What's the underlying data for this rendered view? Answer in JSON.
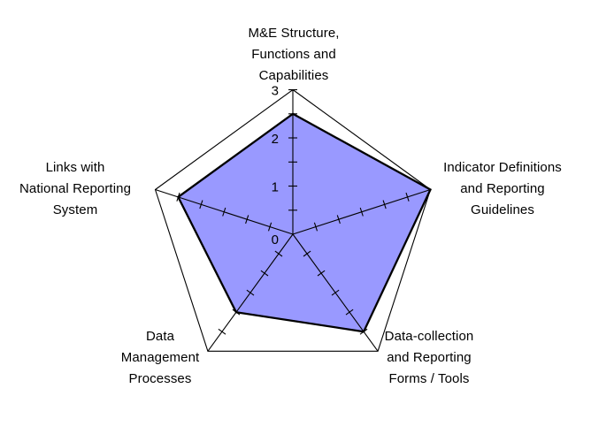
{
  "chart_data": {
    "type": "radar",
    "title": "",
    "categories": [
      "M&E Structure, Functions and Capabilities",
      "Indicator Definitions and Reporting Guidelines",
      "Data-collection and Reporting Forms / Tools",
      "Data Management Processes",
      "Links with National Reporting System"
    ],
    "values": [
      2.5,
      3.0,
      2.5,
      2.0,
      2.5
    ],
    "axis_min": 0,
    "axis_max": 3,
    "tick_interval": 0.5,
    "axis_tick_labels": [
      "0",
      "1",
      "2",
      "3"
    ],
    "label_lines": [
      [
        "M&E Structure,",
        "Functions and",
        "Capabilities"
      ],
      [
        "Indicator Definitions",
        "and Reporting",
        "Guidelines"
      ],
      [
        "Data-collection",
        "and Reporting",
        "Forms / Tools"
      ],
      [
        "Data",
        "Management",
        "Processes"
      ],
      [
        "Links with",
        "National Reporting",
        "System"
      ]
    ],
    "fill_color": "#9999FF",
    "outline_color": "#000000",
    "axis_color": "#000000",
    "text_color": "#000000",
    "legend": "none",
    "grid_rings": false
  }
}
